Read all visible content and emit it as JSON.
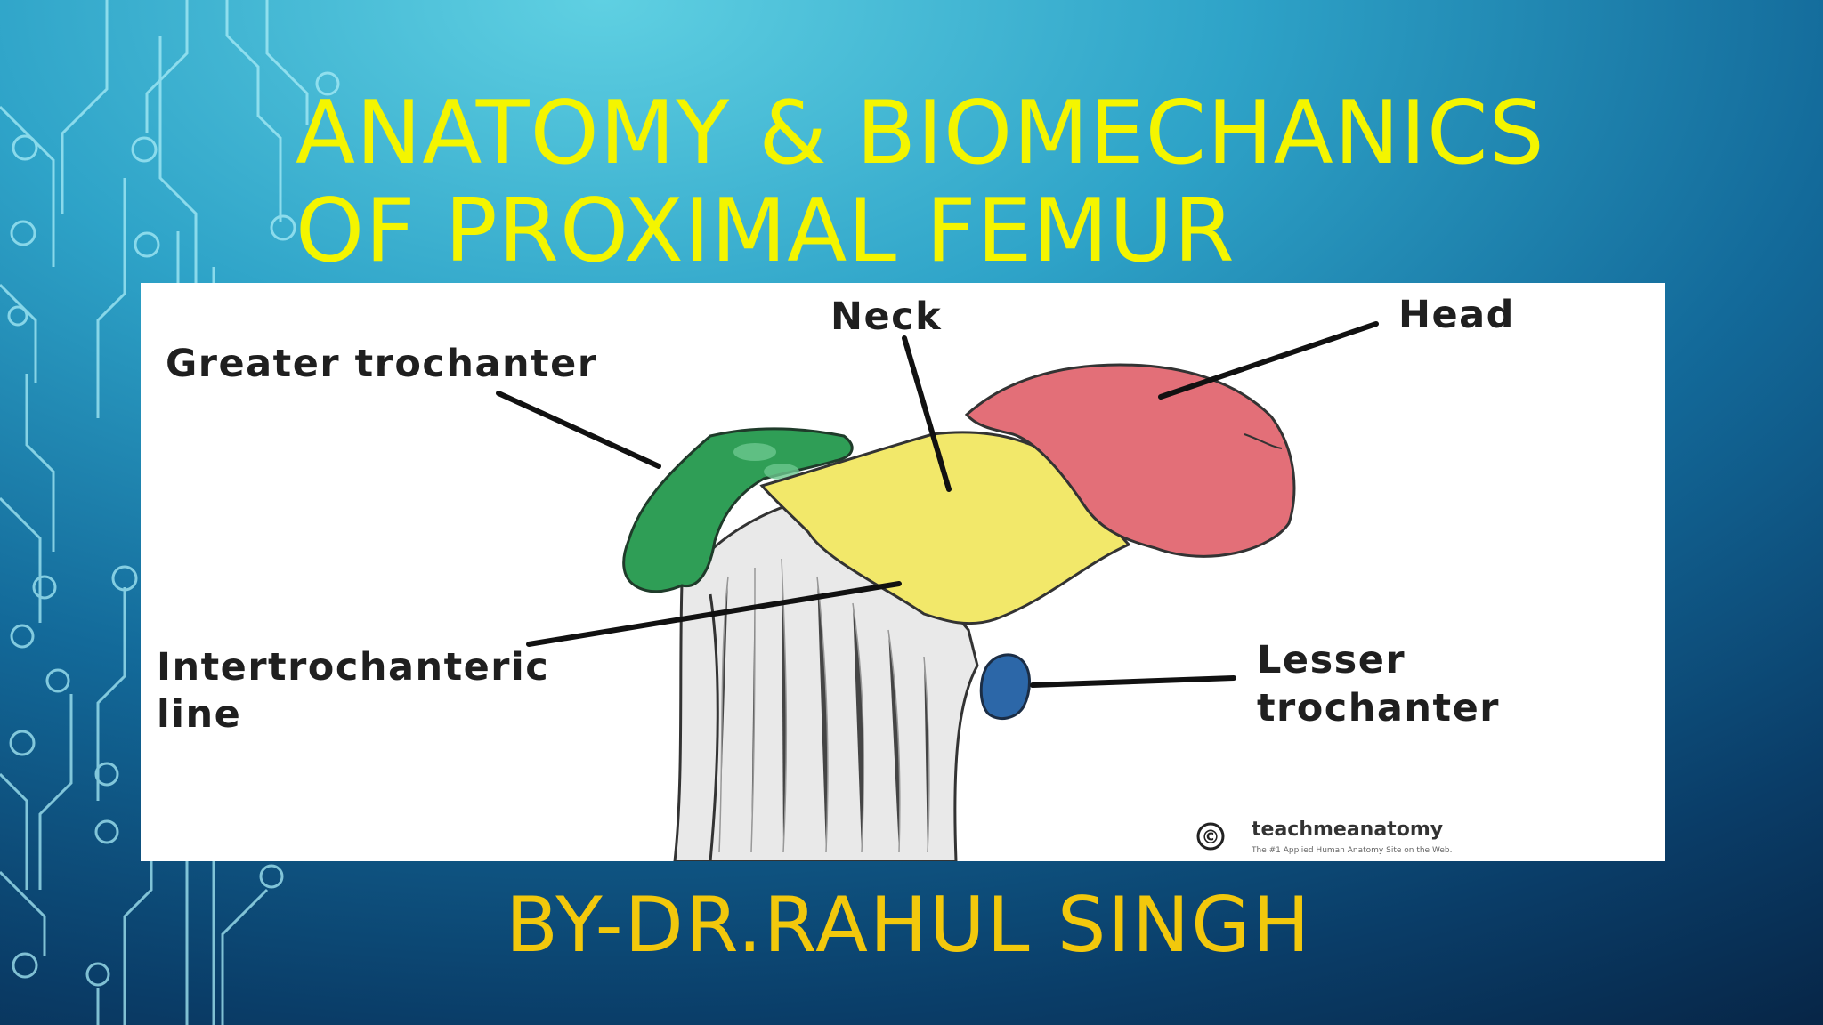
{
  "slide": {
    "title_line_1": "ANATOMY & BIOMECHANICS",
    "title_line_2": "OF PROXIMAL FEMUR",
    "author": "BY-DR.RAHUL SINGH"
  },
  "diagram": {
    "labels": {
      "neck": "Neck",
      "head": "Head",
      "greater_trochanter": "Greater trochanter",
      "intertrochanteric_line_1": "Intertrochanteric",
      "intertrochanteric_line_2": "line",
      "lesser_trochanter_1": "Lesser",
      "lesser_trochanter_2": "trochanter"
    },
    "watermark": {
      "symbol": "©",
      "brand": "teachmeanatomy",
      "tagline": "The #1 Applied Human Anatomy Site on the Web."
    }
  },
  "colors": {
    "title": "#f4f500",
    "author": "#f2c80c",
    "bg_light": "#57c8dc",
    "bg_dark": "#06203f",
    "circuit": "#8fe1f0",
    "head_region": "#e36f78",
    "neck_region": "#f2e86a",
    "greater_trochanter_region": "#2f9e56",
    "lesser_trochanter_region": "#2c67a8"
  },
  "icons": [
    "circuit-decoration",
    "copyright-icon"
  ]
}
